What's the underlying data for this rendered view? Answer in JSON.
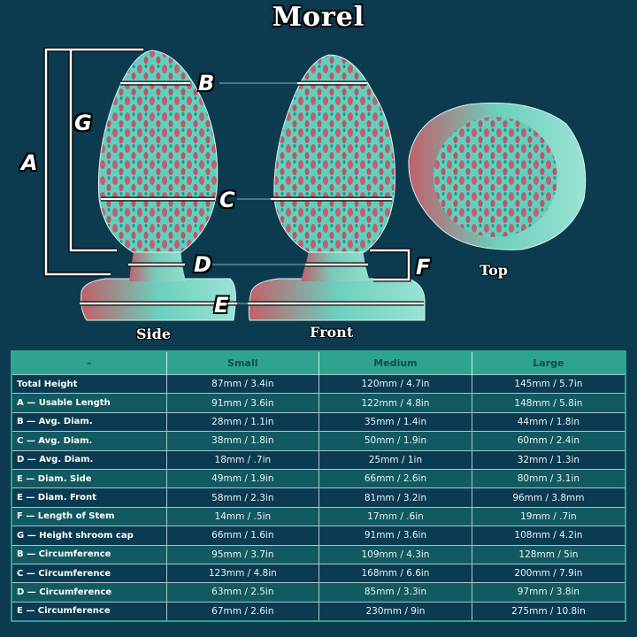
{
  "title": "Morel",
  "diagram": {
    "dimension_labels": [
      "A",
      "B",
      "C",
      "D",
      "E",
      "F",
      "G"
    ],
    "views": [
      "Side",
      "Front",
      "Top"
    ]
  },
  "table": {
    "headers": [
      "–",
      "Small",
      "Medium",
      "Large"
    ],
    "rows": [
      {
        "label": "Total Height",
        "small": "87mm / 3.4in",
        "medium": "120mm / 4.7in",
        "large": "145mm / 5.7in"
      },
      {
        "label": "A — Usable Length",
        "small": "91mm / 3.6in",
        "medium": "122mm / 4.8in",
        "large": "148mm / 5.8in"
      },
      {
        "label": "B — Avg. Diam.",
        "small": "28mm / 1.1in",
        "medium": "35mm / 1.4in",
        "large": "44mm / 1.8in"
      },
      {
        "label": "C — Avg. Diam.",
        "small": "38mm / 1.8in",
        "medium": "50mm / 1.9in",
        "large": "60mm / 2.4in"
      },
      {
        "label": "D — Avg. Diam.",
        "small": "18mm / .7in",
        "medium": "25mm / 1in",
        "large": "32mm / 1.3in"
      },
      {
        "label": "E — Diam. Side",
        "small": "49mm / 1.9in",
        "medium": "66mm / 2.6in",
        "large": "80mm / 3.1in"
      },
      {
        "label": "E — Diam. Front",
        "small": "58mm / 2.3in",
        "medium": "81mm / 3.2in",
        "large": "96mm / 3.8mm"
      },
      {
        "label": "F — Length of Stem",
        "small": "14mm / .5in",
        "medium": "17mm / .6in",
        "large": "19mm / .7in"
      },
      {
        "label": "G — Height shroom cap",
        "small": "66mm / 1.6in",
        "medium": "91mm / 3.6in",
        "large": "108mm / 4.2in"
      },
      {
        "label": "B — Circumference",
        "small": "95mm / 3.7in",
        "medium": "109mm / 4.3in",
        "large": "128mm / 5in"
      },
      {
        "label": "C — Circumference",
        "small": "123mm / 4.8in",
        "medium": "168mm / 6.6in",
        "large": "200mm / 7.9in"
      },
      {
        "label": "D — Circumference",
        "small": "63mm / 2.5in",
        "medium": "85mm / 3.3in",
        "large": "97mm / 3.8in"
      },
      {
        "label": "E — Circumference",
        "small": "67mm / 2.6in",
        "medium": "230mm / 9in",
        "large": "275mm / 10.8in"
      }
    ]
  },
  "colors": {
    "background": "#0c3a4f",
    "header": "#2ea390",
    "row_dark": "#0b3b50",
    "row_light": "#125a61",
    "teal": "#5fcfbf",
    "pink": "#c2606b"
  }
}
